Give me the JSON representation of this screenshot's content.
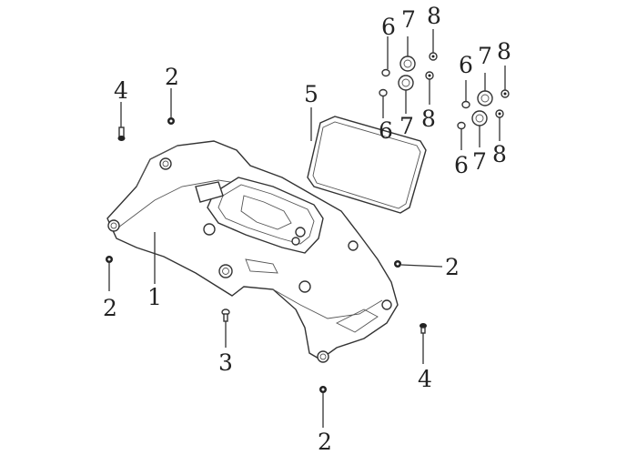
{
  "callouts": {
    "c1": "1",
    "c2a": "2",
    "c2b": "2",
    "c2c": "2",
    "c2d": "2",
    "c3": "3",
    "c4a": "4",
    "c4b": "4",
    "c5": "5",
    "c6a": "6",
    "c6b": "6",
    "c6c": "6",
    "c6d": "6",
    "c7a": "7",
    "c7b": "7",
    "c7c": "7",
    "c7d": "7",
    "c8a": "8",
    "c8b": "8",
    "c8c": "8",
    "c8d": "8"
  }
}
